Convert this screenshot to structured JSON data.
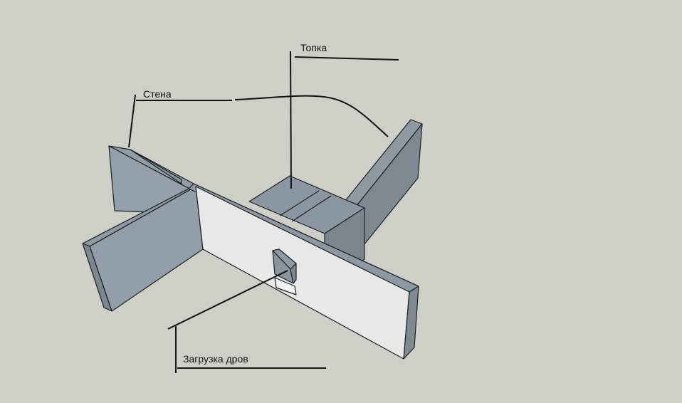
{
  "labels": {
    "firebox": "Топка",
    "wall": "Стена",
    "firewood_loading": "Загрузка дров"
  },
  "colors": {
    "background": "#cfcfca",
    "wall_top": "#8f9aa3",
    "wall_side_light": "#95a1aa",
    "wall_side_dark": "#7e8990",
    "front_face": "#e8e8e8",
    "edge": "#1c1f22"
  }
}
